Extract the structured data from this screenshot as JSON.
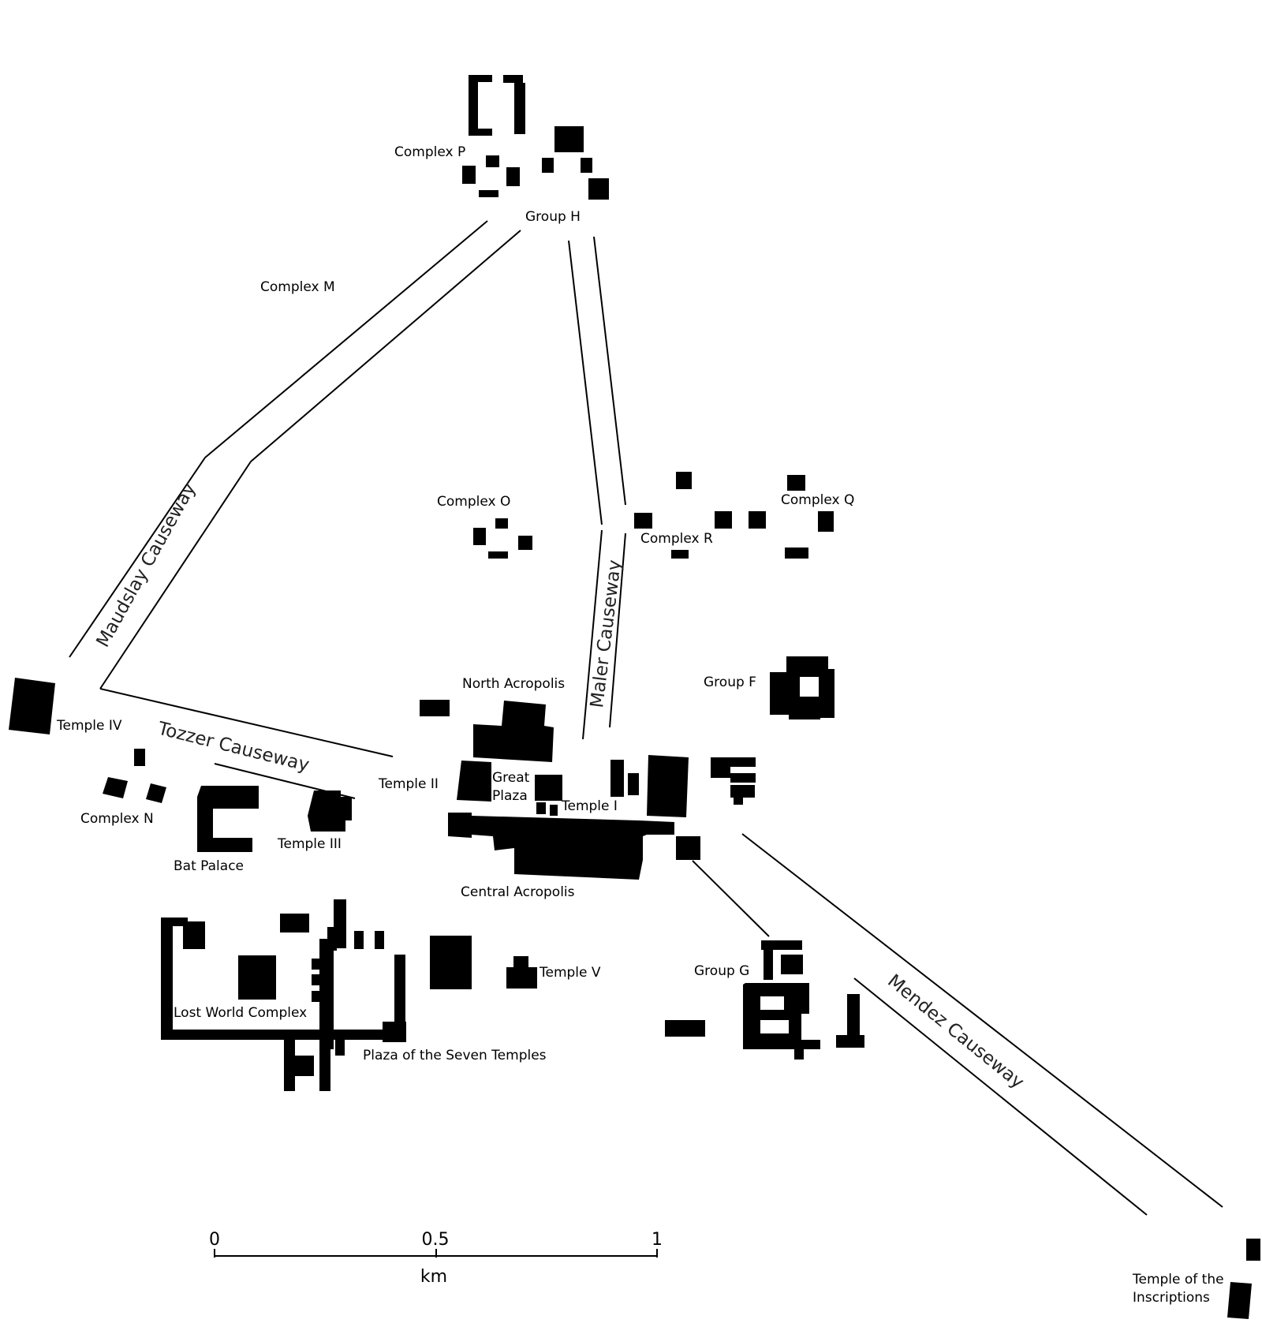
{
  "labels": {
    "complex_p": "Complex P",
    "group_h": "Group H",
    "complex_m": "Complex M",
    "complex_o": "Complex O",
    "complex_q": "Complex Q",
    "complex_r": "Complex R",
    "north_acropolis": "North Acropolis",
    "group_f": "Group F",
    "temple_iv": "Temple IV",
    "temple_ii": "Temple II",
    "great_plaza_1": "Great",
    "great_plaza_2": "Plaza",
    "temple_i": "Temple I",
    "complex_n": "Complex N",
    "temple_iii": "Temple III",
    "bat_palace": "Bat Palace",
    "central_acropolis": "Central Acropolis",
    "temple_v": "Temple V",
    "group_g": "Group G",
    "lost_world": "Lost World Complex",
    "seven_temples": "Plaza of the Seven Temples",
    "inscriptions_1": "Temple of the",
    "inscriptions_2": "Inscriptions"
  },
  "causeways": {
    "maudslay": "Maudslay Causeway",
    "maler": "Maler Causeway",
    "tozzer": "Tozzer Causeway",
    "mendez": "Mendez Causeway"
  },
  "scale_bar": {
    "tick_0": "0",
    "tick_mid": "0.5",
    "tick_1": "1",
    "unit": "km"
  }
}
